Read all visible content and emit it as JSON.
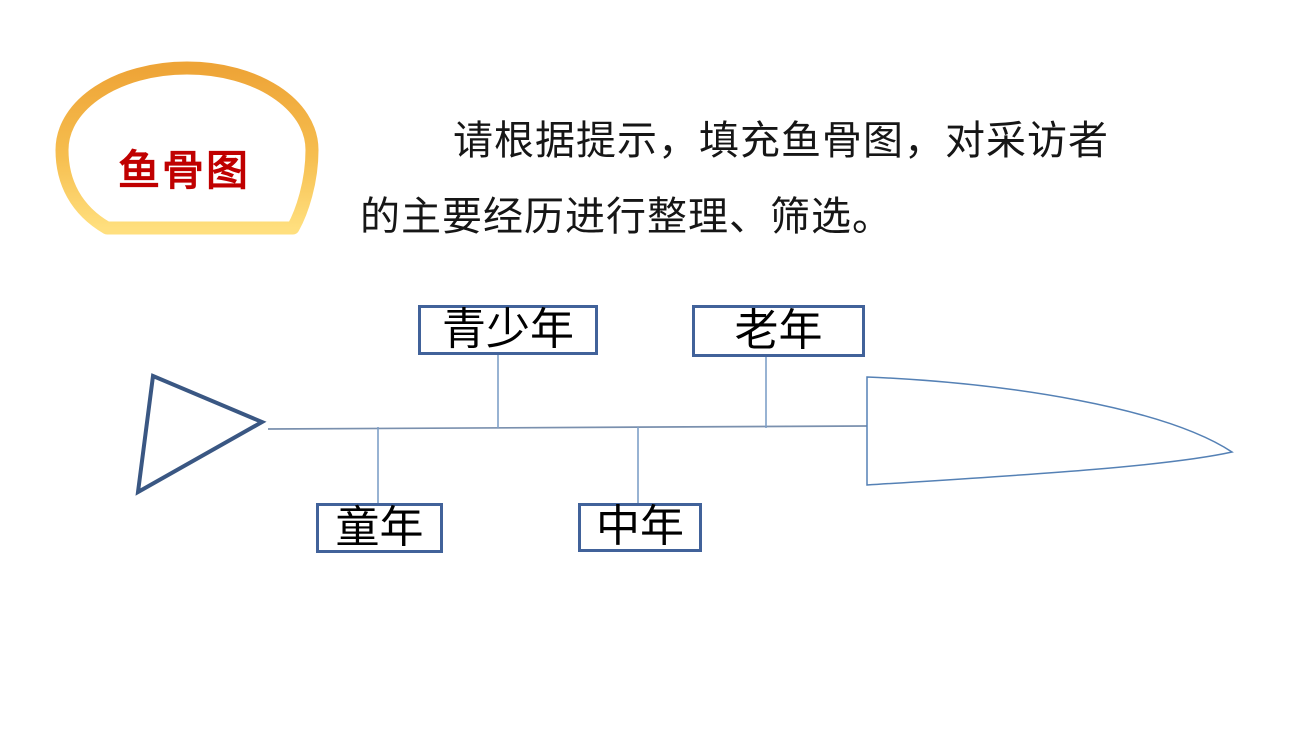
{
  "slide": {
    "background_color": "#FFFFFF"
  },
  "badge": {
    "label": "鱼骨图",
    "text_color": "#C00000",
    "gradient_top": "#EEA437",
    "gradient_mid": "#F6BE4F",
    "gradient_bottom": "#FFDF7E"
  },
  "instruction": {
    "line1": "请根据提示，填充鱼骨图，对采访者",
    "line2": "的主要经历进行整理、筛选。"
  },
  "diagram": {
    "boxes": {
      "adolescence": "青少年",
      "old_age": "老年",
      "childhood": "童年",
      "middle_age": "中年"
    },
    "colors": {
      "box_border": "#41629A",
      "tail": "#3A5783",
      "spine": "#7A90AE",
      "connector": "#7FA0C8",
      "head": "#5581B5"
    }
  }
}
